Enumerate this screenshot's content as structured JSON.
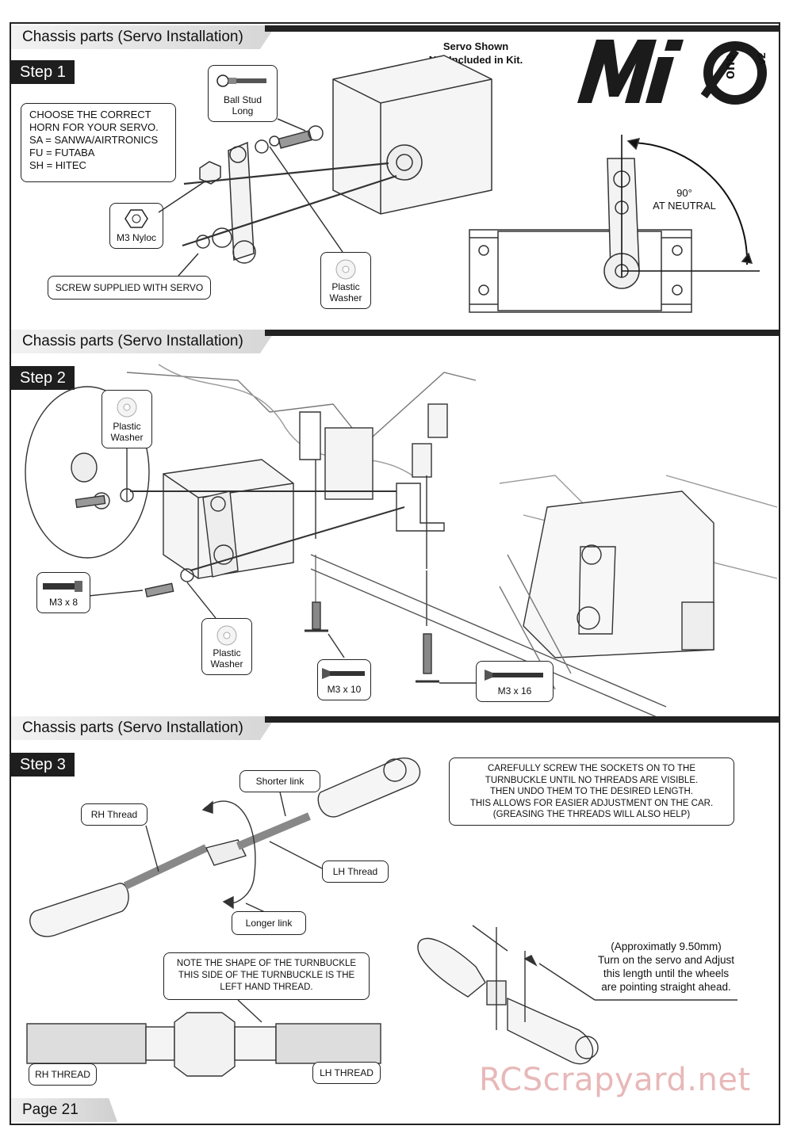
{
  "sections": [
    {
      "title": "Chassis parts (Servo Installation)",
      "step": "Step 1"
    },
    {
      "title": "Chassis parts (Servo Installation)",
      "step": "Step 2"
    },
    {
      "title": "Chassis parts (Servo Installation)",
      "step": "Step 3"
    }
  ],
  "step1": {
    "servo_note_line1": "Servo Shown",
    "servo_note_line2": "Not Included in Kit.",
    "horn_note": [
      "CHOOSE THE CORRECT",
      "HORN FOR YOUR SERVO.",
      "SA = SANWA/AIRTRONICS",
      "FU = FUTABA",
      "SH = HITEC"
    ],
    "ball_stud_label_1": "Ball Stud",
    "ball_stud_label_2": "Long",
    "nyloc_label": "M3 Nyloc",
    "screw_note": "SCREW SUPPLIED WITH SERVO",
    "washer_label_1": "Plastic",
    "washer_label_2": "Washer",
    "angle_label_1": "90°",
    "angle_label_2": "AT NEUTRAL"
  },
  "step2": {
    "washer_top_1": "Plastic",
    "washer_top_2": "Washer",
    "m3x8": "M3 x 8",
    "washer_bottom_1": "Plastic",
    "washer_bottom_2": "Washer",
    "m3x10": "M3 x 10",
    "m3x16": "M3 x 16"
  },
  "step3": {
    "shorter_link": "Shorter link",
    "rh_thread": "RH Thread",
    "lh_thread": "LH Thread",
    "longer_link": "Longer link",
    "sockets_note": [
      "CAREFULLY SCREW THE SOCKETS ON TO THE",
      "TURNBUCKLE UNTIL NO THREADS ARE VISIBLE.",
      "THEN UNDO THEM TO THE DESIRED LENGTH.",
      "THIS ALLOWS FOR EASIER ADJUSTMENT ON THE CAR.",
      "(GREASING THE THREADS WILL ALSO HELP)"
    ],
    "turnbuckle_note": [
      "NOTE THE SHAPE OF THE TURNBUCKLE",
      "THIS SIDE OF THE TURNBUCKLE IS THE",
      "LEFT HAND THREAD."
    ],
    "rh_thread_caps": "RH THREAD",
    "lh_thread_caps": "LH THREAD",
    "adjust_note": [
      "(Approximatly 9.50mm)",
      "Turn on the servo and Adjust",
      "this length until the wheels",
      "are pointing straight ahead."
    ]
  },
  "page_label": "Page 21",
  "watermark": "RCScrapyard.net",
  "logo_text": "Mi",
  "logo_sub": "one",
  "logo_ver": "v2"
}
